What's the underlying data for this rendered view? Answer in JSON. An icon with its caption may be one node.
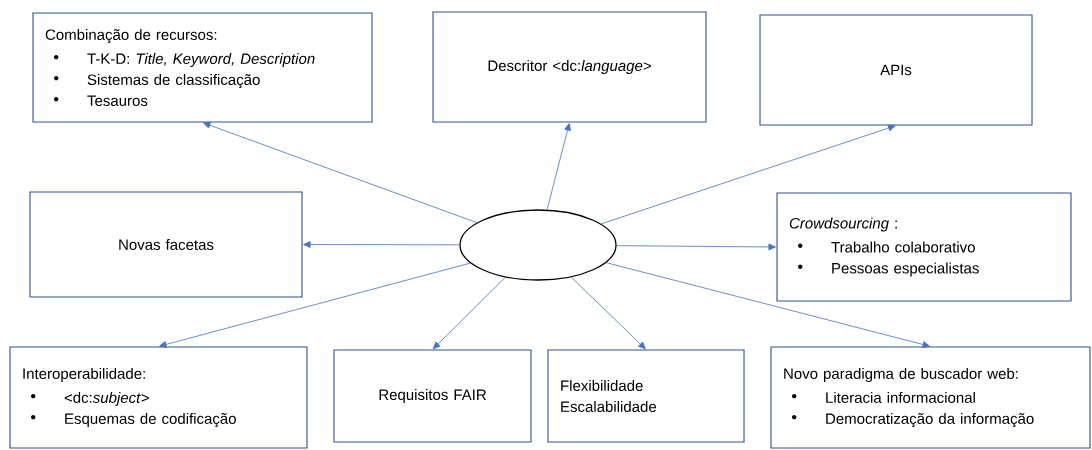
{
  "diagram": {
    "nodes": [
      {
        "text": [
          "Combinação de recursos:",
          "T-K-D: *Title, Keyword, Description*",
          "Sistemas de classificação",
          "Tesauros"
        ]
      },
      {
        "text": [
          "Descritor <dc:*language*>"
        ]
      },
      {
        "text": [
          "APIs"
        ]
      },
      {
        "text": [
          "Novas facetas"
        ]
      },
      {
        "text": [],
        "shape": "ellipse"
      },
      {
        "text": [
          "*Crowdsourcing* :",
          "Trabalho colaborativo",
          "Pessoas especialistas"
        ]
      },
      {
        "text": [
          "Interoperabilidade:",
          "<dc:*subject*>",
          "Esquemas de codificação"
        ]
      },
      {
        "text": [
          "Requisitos FAIR"
        ]
      },
      {
        "text": [
          "Flexibilidade",
          "Escalabilidade"
        ]
      },
      {
        "text": [
          "Novo paradigma de buscador web:",
          "Literacia informacional",
          "Democratização da informação"
        ]
      }
    ],
    "edges": [
      {
        "from": 4,
        "to": 0,
        "arrow": "to"
      },
      {
        "from": 4,
        "to": 1,
        "arrow": "to"
      },
      {
        "from": 4,
        "to": 2,
        "arrow": "to"
      },
      {
        "from": 4,
        "to": 3,
        "arrow": "to"
      },
      {
        "from": 4,
        "to": 5,
        "arrow": "to"
      },
      {
        "from": 4,
        "to": 6,
        "arrow": "to"
      },
      {
        "from": 4,
        "to": 7,
        "arrow": "to"
      },
      {
        "from": 4,
        "to": 8,
        "arrow": "to"
      },
      {
        "from": 4,
        "to": 9,
        "arrow": "to"
      }
    ]
  }
}
